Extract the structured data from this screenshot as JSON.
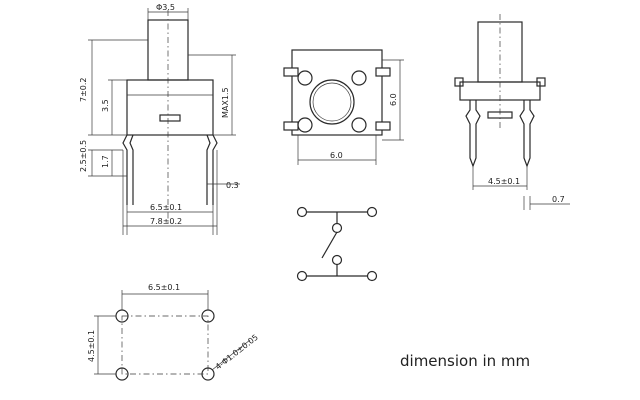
{
  "caption": "dimension in mm",
  "side_view": {
    "top_width": "Φ3.5",
    "overall_height": "7±0.2",
    "body_height": "3.5",
    "max_label": "MAX1.5",
    "pin_pitch": "2.5±0.5",
    "pin_len": "1.7",
    "lead_thk": "0.3",
    "span_a": "6.5±0.1",
    "span_b": "7.8±0.2"
  },
  "top_view": {
    "width": "6.0",
    "height": "6.0"
  },
  "front_view": {
    "pitch": "4.5±0.1",
    "lead": "0.7"
  },
  "footprint": {
    "x_pitch": "6.5±0.1",
    "y_pitch": "4.5±0.1",
    "hole": "4-Φ1.0±0.05"
  }
}
